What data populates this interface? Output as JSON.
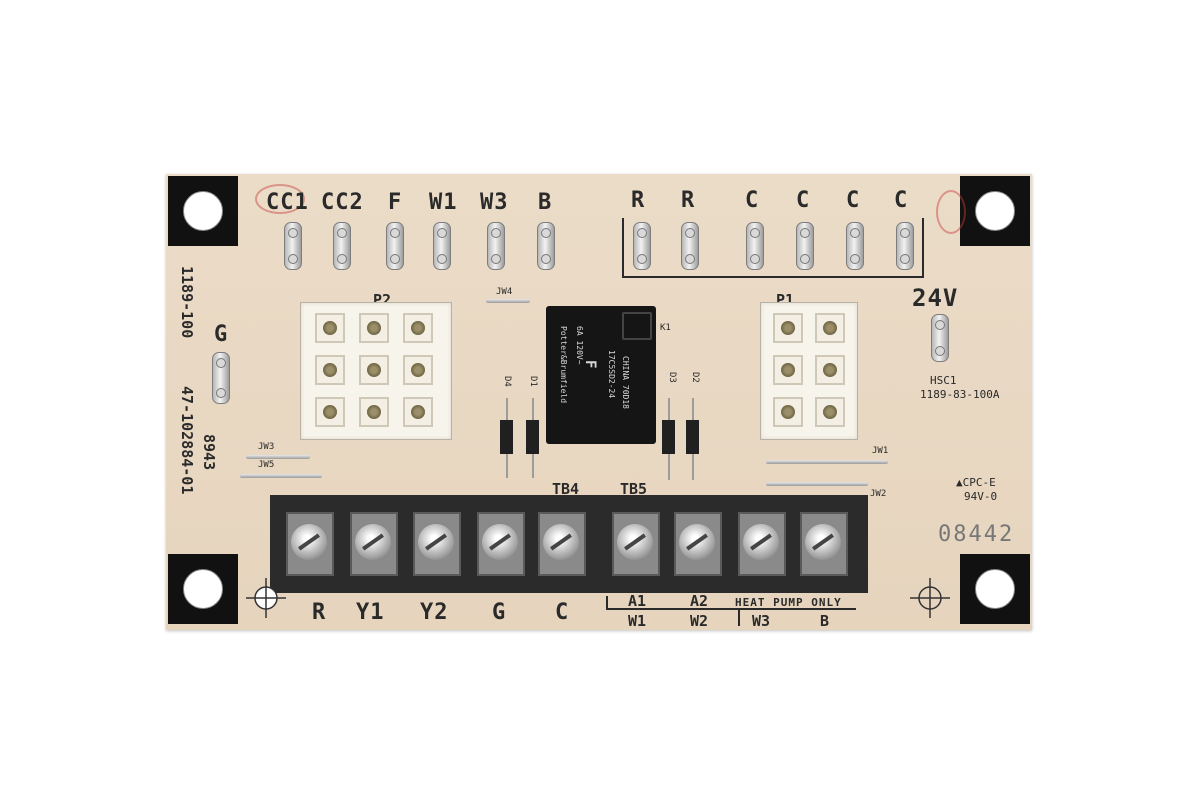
{
  "board": {
    "top_terminals_left": [
      "CC1",
      "CC2",
      "F",
      "W1",
      "W3",
      "B"
    ],
    "top_terminals_right": [
      "R",
      "R",
      "C",
      "C",
      "C",
      "C"
    ],
    "voltage_label": "24V",
    "p2_label": "P2",
    "p1_label": "P1",
    "jw4_label": "JW4",
    "k1_label": "K1",
    "d4_label": "D4",
    "d1_label": "D1",
    "d3_label": "D3",
    "d2_label": "D2",
    "jw3_label": "JW3",
    "jw5_label": "JW5",
    "jw1_label": "JW1",
    "jw2_label": "JW2",
    "g_label": "G",
    "side_code_1": "1189-100",
    "side_code_2": "47-102884-01",
    "side_code_3": "8943",
    "hsc_label": "HSC1",
    "hsc_code": "1189-83-100A",
    "cpc_label": "▲CPC-E",
    "rating_label": "94V-0",
    "serial": "08442",
    "tb4_label": "TB4",
    "tb5_label": "TB5",
    "bottom_terminals": [
      "R",
      "Y1",
      "Y2",
      "G",
      "C"
    ],
    "a1_label": "A1",
    "a2_label": "A2",
    "heat_pump_label": "HEAT PUMP ONLY",
    "w1_label": "W1",
    "w2_label": "W2",
    "w3_label": "W3",
    "b_label": "B"
  },
  "relay": {
    "line1": "17C5SD2-24",
    "line2": "F",
    "line3": "Potter&Brumfield",
    "line4": "6A 120V~",
    "line5": "CHINA 70D18"
  }
}
